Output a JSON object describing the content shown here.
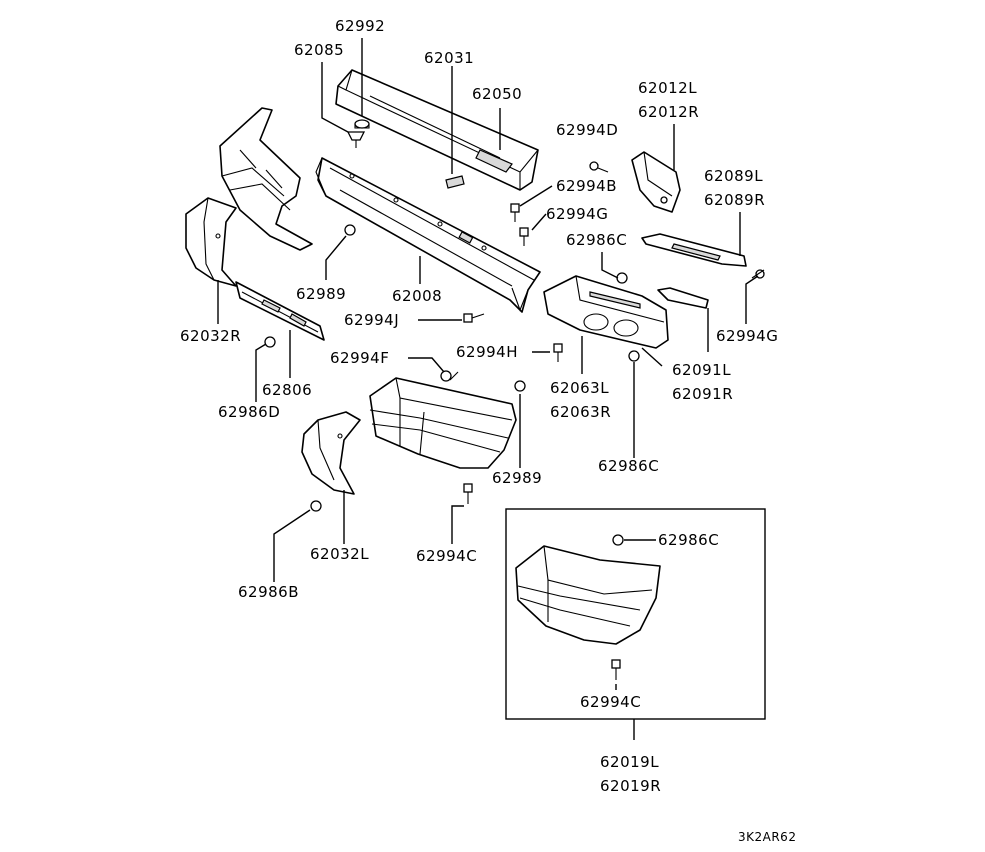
{
  "diagram": {
    "title": "Front bumper exploded parts diagram",
    "code": "3K2AR62"
  },
  "labels": {
    "p62992": "62992",
    "p62085": "62085",
    "p62031": "62031",
    "p62050": "62050",
    "p62012L": "62012L",
    "p62012R": "62012R",
    "p62994D": "62994D",
    "p62994B": "62994B",
    "p62089L": "62089L",
    "p62089R": "62089R",
    "p62994G_a": "62994G",
    "p62986C_a": "62986C",
    "p62989_a": "62989",
    "p62008": "62008",
    "p62994J": "62994J",
    "p62032R": "62032R",
    "p62994G_b": "62994G",
    "p62994F": "62994F",
    "p62994H": "62994H",
    "p62806": "62806",
    "p62986D": "62986D",
    "p62063L": "62063L",
    "p62063R": "62063R",
    "p62091L": "62091L",
    "p62091R": "62091R",
    "p62989_b": "62989",
    "p62986C_b": "62986C",
    "p62032L": "62032L",
    "p62994C_a": "62994C",
    "p62986B": "62986B",
    "p62986C_c": "62986C",
    "p62994C_b": "62994C",
    "p62019L": "62019L",
    "p62019R": "62019R"
  }
}
